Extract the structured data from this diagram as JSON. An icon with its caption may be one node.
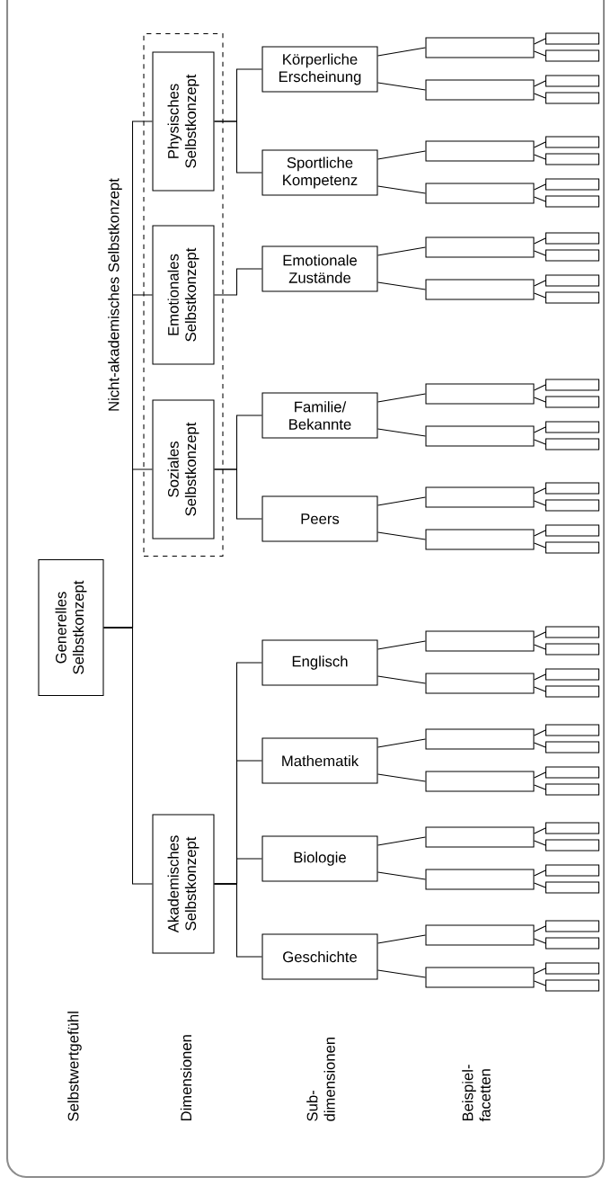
{
  "diagram": {
    "nodes": [
      {
        "text": [
          "Generelles Selbstkonzept"
        ]
      },
      {
        "text": [
          "Nicht-akademisches Selbstkonzept"
        ]
      },
      {
        "text": [
          "Physisches Selbstkonzept"
        ],
        "in": 1
      },
      {
        "text": [
          "Emotionales Selbstkonzept"
        ],
        "in": 1
      },
      {
        "text": [
          "Soziales Selbstkonzept"
        ],
        "in": 1
      },
      {
        "text": [
          "Akademisches Selbstkonzept"
        ]
      },
      {
        "text": [
          "Körperliche Erscheinung"
        ]
      },
      {
        "text": [
          "Sportliche Kompetenz"
        ]
      },
      {
        "text": [
          "Emotionale Zustände"
        ]
      },
      {
        "text": [
          "Familie/ Bekannte"
        ]
      },
      {
        "text": [
          "Peers"
        ]
      },
      {
        "text": [
          "Englisch"
        ]
      },
      {
        "text": [
          "Mathematik"
        ]
      },
      {
        "text": [
          "Biologie"
        ]
      },
      {
        "text": [
          "Geschichte"
        ]
      },
      {
        "text": [],
        "shape": "box"
      },
      {
        "text": [],
        "shape": "box"
      },
      {
        "text": [],
        "shape": "box"
      },
      {
        "text": [],
        "shape": "box"
      },
      {
        "text": [],
        "shape": "box"
      },
      {
        "text": [],
        "shape": "box"
      },
      {
        "text": [],
        "shape": "box"
      },
      {
        "text": [],
        "shape": "box"
      },
      {
        "text": [],
        "shape": "box"
      },
      {
        "text": [],
        "shape": "box"
      },
      {
        "text": [],
        "shape": "box"
      },
      {
        "text": [],
        "shape": "box"
      },
      {
        "text": [],
        "shape": "box"
      },
      {
        "text": [],
        "shape": "box"
      },
      {
        "text": [],
        "shape": "box"
      },
      {
        "text": [],
        "shape": "box"
      },
      {
        "text": [],
        "shape": "box"
      },
      {
        "text": [],
        "shape": "box"
      },
      {
        "text": [],
        "shape": "box"
      },
      {
        "text": [],
        "shape": "box"
      },
      {
        "text": [],
        "shape": "box"
      },
      {
        "text": [],
        "shape": "box"
      },
      {
        "text": [],
        "shape": "box"
      },
      {
        "text": [],
        "shape": "box"
      },
      {
        "text": [],
        "shape": "box"
      },
      {
        "text": [],
        "shape": "box"
      },
      {
        "text": [],
        "shape": "box"
      },
      {
        "text": [],
        "shape": "box"
      },
      {
        "text": [],
        "shape": "box"
      },
      {
        "text": [],
        "shape": "box"
      },
      {
        "text": [],
        "shape": "box"
      },
      {
        "text": [],
        "shape": "box"
      },
      {
        "text": [],
        "shape": "box"
      },
      {
        "text": [],
        "shape": "box"
      },
      {
        "text": [],
        "shape": "box"
      },
      {
        "text": [],
        "shape": "box"
      },
      {
        "text": [],
        "shape": "box"
      },
      {
        "text": [],
        "shape": "box"
      },
      {
        "text": [],
        "shape": "box"
      },
      {
        "text": [],
        "shape": "box"
      },
      {
        "text": [],
        "shape": "box"
      },
      {
        "text": [],
        "shape": "box"
      },
      {
        "text": [],
        "shape": "box"
      },
      {
        "text": [],
        "shape": "box"
      },
      {
        "text": [],
        "shape": "box"
      },
      {
        "text": [],
        "shape": "box"
      },
      {
        "text": [],
        "shape": "box"
      },
      {
        "text": [],
        "shape": "box"
      },
      {
        "text": [],
        "shape": "box"
      },
      {
        "text": [],
        "shape": "box"
      },
      {
        "text": [],
        "shape": "box"
      },
      {
        "text": [],
        "shape": "box"
      },
      {
        "text": [],
        "shape": "box"
      },
      {
        "text": [],
        "shape": "box"
      }
    ],
    "edges": [
      {
        "from": 0,
        "to": 2,
        "arrow": "none"
      },
      {
        "from": 0,
        "to": 3,
        "arrow": "none"
      },
      {
        "from": 0,
        "to": 4,
        "arrow": "none"
      },
      {
        "from": 0,
        "to": 5,
        "arrow": "none"
      },
      {
        "from": 2,
        "to": 6,
        "arrow": "none"
      },
      {
        "from": 2,
        "to": 7,
        "arrow": "none"
      },
      {
        "from": 3,
        "to": 8,
        "arrow": "none"
      },
      {
        "from": 4,
        "to": 9,
        "arrow": "none"
      },
      {
        "from": 4,
        "to": 10,
        "arrow": "none"
      },
      {
        "from": 5,
        "to": 11,
        "arrow": "none"
      },
      {
        "from": 5,
        "to": 12,
        "arrow": "none"
      },
      {
        "from": 5,
        "to": 13,
        "arrow": "none"
      },
      {
        "from": 5,
        "to": 14,
        "arrow": "none"
      },
      {
        "from": 6,
        "to": 15,
        "arrow": "none"
      },
      {
        "from": 6,
        "to": 16,
        "arrow": "none"
      },
      {
        "from": 7,
        "to": 17,
        "arrow": "none"
      },
      {
        "from": 7,
        "to": 18,
        "arrow": "none"
      },
      {
        "from": 8,
        "to": 19,
        "arrow": "none"
      },
      {
        "from": 8,
        "to": 20,
        "arrow": "none"
      },
      {
        "from": 9,
        "to": 21,
        "arrow": "none"
      },
      {
        "from": 9,
        "to": 22,
        "arrow": "none"
      },
      {
        "from": 10,
        "to": 23,
        "arrow": "none"
      },
      {
        "from": 10,
        "to": 24,
        "arrow": "none"
      },
      {
        "from": 11,
        "to": 25,
        "arrow": "none"
      },
      {
        "from": 11,
        "to": 26,
        "arrow": "none"
      },
      {
        "from": 12,
        "to": 27,
        "arrow": "none"
      },
      {
        "from": 12,
        "to": 28,
        "arrow": "none"
      },
      {
        "from": 13,
        "to": 29,
        "arrow": "none"
      },
      {
        "from": 13,
        "to": 30,
        "arrow": "none"
      },
      {
        "from": 14,
        "to": 31,
        "arrow": "none"
      },
      {
        "from": 14,
        "to": 32,
        "arrow": "none"
      },
      {
        "from": 15,
        "to": 33,
        "arrow": "none"
      },
      {
        "from": 15,
        "to": 34,
        "arrow": "none"
      },
      {
        "from": 16,
        "to": 35,
        "arrow": "none"
      },
      {
        "from": 16,
        "to": 36,
        "arrow": "none"
      },
      {
        "from": 17,
        "to": 37,
        "arrow": "none"
      },
      {
        "from": 17,
        "to": 38,
        "arrow": "none"
      },
      {
        "from": 18,
        "to": 39,
        "arrow": "none"
      },
      {
        "from": 18,
        "to": 40,
        "arrow": "none"
      },
      {
        "from": 19,
        "to": 41,
        "arrow": "none"
      },
      {
        "from": 19,
        "to": 42,
        "arrow": "none"
      },
      {
        "from": 20,
        "to": 43,
        "arrow": "none"
      },
      {
        "from": 20,
        "to": 44,
        "arrow": "none"
      },
      {
        "from": 21,
        "to": 45,
        "arrow": "none"
      },
      {
        "from": 21,
        "to": 46,
        "arrow": "none"
      },
      {
        "from": 22,
        "to": 47,
        "arrow": "none"
      },
      {
        "from": 22,
        "to": 48,
        "arrow": "none"
      },
      {
        "from": 23,
        "to": 49,
        "arrow": "none"
      },
      {
        "from": 23,
        "to": 50,
        "arrow": "none"
      },
      {
        "from": 24,
        "to": 51,
        "arrow": "none"
      },
      {
        "from": 24,
        "to": 52,
        "arrow": "none"
      },
      {
        "from": 25,
        "to": 53,
        "arrow": "none"
      },
      {
        "from": 25,
        "to": 54,
        "arrow": "none"
      },
      {
        "from": 26,
        "to": 55,
        "arrow": "none"
      },
      {
        "from": 26,
        "to": 56,
        "arrow": "none"
      },
      {
        "from": 27,
        "to": 57,
        "arrow": "none"
      },
      {
        "from": 27,
        "to": 58,
        "arrow": "none"
      },
      {
        "from": 28,
        "to": 59,
        "arrow": "none"
      },
      {
        "from": 28,
        "to": 60,
        "arrow": "none"
      },
      {
        "from": 29,
        "to": 61,
        "arrow": "none"
      },
      {
        "from": 29,
        "to": 62,
        "arrow": "none"
      },
      {
        "from": 30,
        "to": 63,
        "arrow": "none"
      },
      {
        "from": 30,
        "to": 64,
        "arrow": "none"
      },
      {
        "from": 31,
        "to": 65,
        "arrow": "none"
      },
      {
        "from": 31,
        "to": 66,
        "arrow": "none"
      },
      {
        "from": 32,
        "to": 67,
        "arrow": "none"
      },
      {
        "from": 32,
        "to": 68,
        "arrow": "none"
      }
    ],
    "labels": [
      "Selbstwertgefühl",
      "Dimensionen",
      "Sub-dimensionen",
      "Beispiel-facetten"
    ]
  }
}
